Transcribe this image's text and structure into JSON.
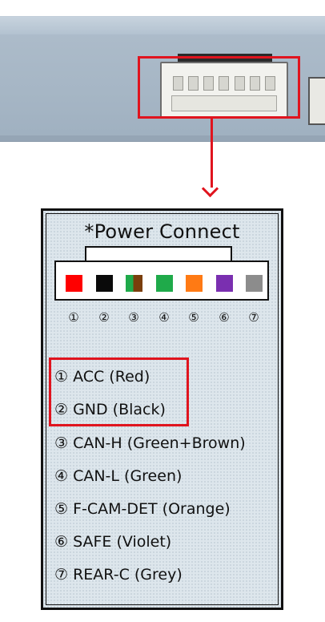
{
  "title": "*Power Connect",
  "pins": [
    {
      "number": "①",
      "color": "#ff0000",
      "color2": null
    },
    {
      "number": "②",
      "color": "#0a0a0a",
      "color2": null
    },
    {
      "number": "③",
      "color": "#1faa4a",
      "color2": "#7a3e0c"
    },
    {
      "number": "④",
      "color": "#1faa4a",
      "color2": null
    },
    {
      "number": "⑤",
      "color": "#ff7a14",
      "color2": null
    },
    {
      "number": "⑥",
      "color": "#7a2fb0",
      "color2": null
    },
    {
      "number": "⑦",
      "color": "#8c8c8c",
      "color2": null
    }
  ],
  "legend": [
    "① ACC (Red)",
    "② GND (Black)",
    "③ CAN-H (Green+Brown)",
    "④ CAN-L (Green)",
    "⑤ F-CAM-DET (Orange)",
    "⑥ SAFE (Violet)",
    "⑦ REAR-C (Grey)"
  ],
  "highlight_color": "#e0141e"
}
